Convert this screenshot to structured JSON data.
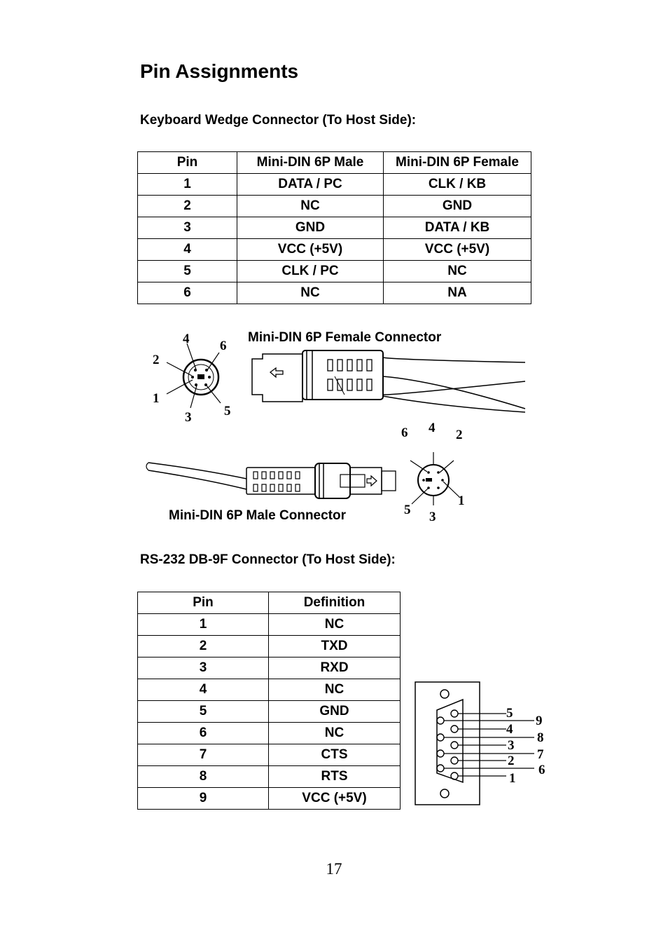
{
  "page_title": "Pin Assignments",
  "keyboard": {
    "heading": "Keyboard Wedge Connector (To Host Side):",
    "columns": [
      "Pin",
      "Mini-DIN 6P Male",
      "Mini-DIN 6P Female"
    ],
    "rows": [
      [
        "1",
        "DATA / PC",
        "CLK / KB"
      ],
      [
        "2",
        "NC",
        "GND"
      ],
      [
        "3",
        "GND",
        "DATA / KB"
      ],
      [
        "4",
        "VCC (+5V)",
        "VCC (+5V)"
      ],
      [
        "5",
        "CLK / PC",
        "NC"
      ],
      [
        "6",
        "NC",
        "NA"
      ]
    ],
    "female_caption": "Mini-DIN 6P Female Connector",
    "male_caption": "Mini-DIN 6P Male Connector",
    "female_pin_labels": [
      "4",
      "6",
      "2",
      "1",
      "3",
      "5"
    ],
    "male_pin_labels": [
      "6",
      "4",
      "2",
      "1",
      "5",
      "3"
    ]
  },
  "rs232": {
    "heading": "RS-232 DB-9F Connector (To Host Side):",
    "columns": [
      "Pin",
      "Definition"
    ],
    "rows": [
      [
        "1",
        "NC"
      ],
      [
        "2",
        "TXD"
      ],
      [
        "3",
        "RXD"
      ],
      [
        "4",
        "NC"
      ],
      [
        "5",
        "GND"
      ],
      [
        "6",
        "NC"
      ],
      [
        "7",
        "CTS"
      ],
      [
        "8",
        "RTS"
      ],
      [
        "9",
        "VCC (+5V)"
      ]
    ],
    "pin_labels_left": [
      "5",
      "4",
      "3",
      "2",
      "1"
    ],
    "pin_labels_right": [
      "9",
      "8",
      "7",
      "6"
    ]
  },
  "page_number": "17"
}
